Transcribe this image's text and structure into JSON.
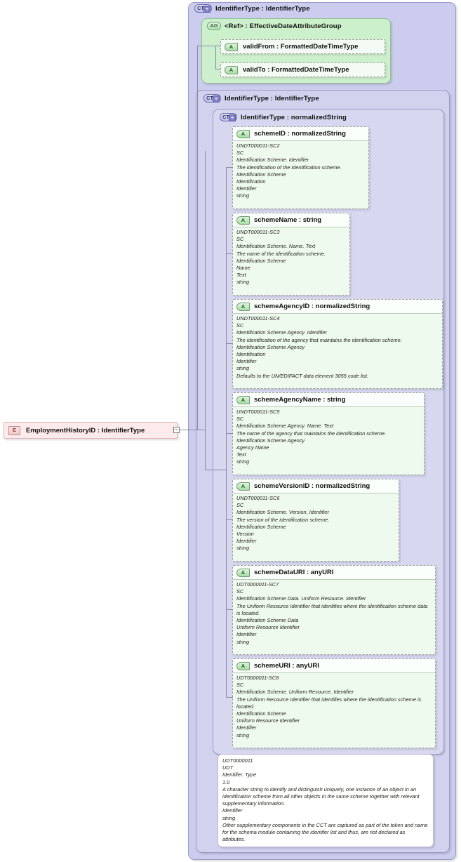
{
  "diagram": {
    "type": "xsd-schema-diagram",
    "element": {
      "icon": "element-icon",
      "icon_label": "E",
      "label": "EmploymentHistoryID : IdentifierType",
      "toggle": "−"
    },
    "outer_complex_type": {
      "icon": "complextype-icon",
      "icon_label": "CT",
      "expander": "+",
      "label": "IdentifierType : IdentifierType"
    },
    "attribute_group": {
      "icon": "attributegroup-icon",
      "icon_label": "AG",
      "label": "<Ref>      : EffectiveDateAttributeGroup",
      "attributes": [
        {
          "icon": "attribute-icon",
          "icon_label": "A",
          "label": "validFrom : FormattedDateTimeType"
        },
        {
          "icon": "attribute-icon",
          "icon_label": "A",
          "label": "validTo    : FormattedDateTimeType"
        }
      ]
    },
    "inner_complex_type_1": {
      "icon": "complextype-icon",
      "icon_label": "CT",
      "expander": "+",
      "label": "IdentifierType : IdentifierType"
    },
    "inner_complex_type_2": {
      "icon": "complextype-icon",
      "icon_label": "CT",
      "expander": "+",
      "label": "IdentifierType : normalizedString"
    },
    "attributes": [
      {
        "icon": "attribute-icon",
        "icon_label": "A",
        "name": "schemeID : normalizedString",
        "doc": [
          "UNDT000011-SC2",
          "SC",
          "Identification Scheme. Identifier",
          "The identification of the identification scheme.",
          "Identification Scheme",
          "Identification",
          "Identifier",
          "string"
        ]
      },
      {
        "icon": "attribute-icon",
        "icon_label": "A",
        "name": "schemeName : string",
        "doc": [
          "UNDT000011-SC3",
          "SC",
          "Identification Scheme. Name. Text",
          "The name of the identification scheme.",
          "Identification Scheme",
          "Name",
          "Text",
          "string"
        ]
      },
      {
        "icon": "attribute-icon",
        "icon_label": "A",
        "name": "schemeAgencyID : normalizedString",
        "doc": [
          "UNDT000011-SC4",
          "SC",
          "Identification Scheme Agency. Identifier",
          "The identification of the agency that maintains the identification scheme.",
          "Identification Scheme Agency",
          "Identification",
          "Identifier",
          "string",
          "Defaults to the UN/EDIFACT data element 3055 code list."
        ]
      },
      {
        "icon": "attribute-icon",
        "icon_label": "A",
        "name": "schemeAgencyName : string",
        "doc": [
          "UNDT000011-SC5",
          "SC",
          "Identification Scheme Agency. Name. Text",
          "The name of the agency that maintains the identification scheme.",
          "Identification Scheme Agency",
          "Agency Name",
          "Text",
          "string"
        ]
      },
      {
        "icon": "attribute-icon",
        "icon_label": "A",
        "name": "schemeVersionID : normalizedString",
        "doc": [
          "UNDT000011-SC6",
          "SC",
          "Identification Scheme. Version. Identifier",
          "The version of the identification scheme.",
          "Identification Scheme",
          "Version",
          "Identifier",
          "string"
        ]
      },
      {
        "icon": "attribute-icon",
        "icon_label": "A",
        "name": "schemeDataURI : anyURI",
        "doc": [
          "UDT0000011-SC7",
          "SC",
          "Identification Scheme Data. Uniform Resource. Identifier",
          "The Uniform Resource Identifier that identifies where the identification scheme data is located.",
          "Identification Scheme Data",
          "Uniform Resource Identifier",
          "Identifier",
          "string"
        ]
      },
      {
        "icon": "attribute-icon",
        "icon_label": "A",
        "name": "schemeURI : anyURI",
        "doc": [
          "UDT0000011-SC8",
          "SC",
          "Identification Scheme. Uniform Resource. Identifier",
          "The Uniform Resource Identifier that identifies where the identification scheme is located.",
          "Identification Scheme",
          "Uniform Resource Identifier",
          "Identifier",
          "string"
        ]
      }
    ],
    "type_documentation": [
      "UDT0000011",
      "UDT",
      "Identifier. Type",
      "1.0",
      "A character string to identify and distinguish uniquely, one instance of an object in an identification scheme from all other objects in the same scheme together with relevant supplementary information.",
      "Identifier",
      "string",
      "Other supplementary components in the CCT are captured as part of the token and name for the schema module containing the identifer list and thus, are not declared as attributes."
    ]
  },
  "colors": {
    "container": "#ccccee",
    "attribute_group": "#ccf0cc",
    "attribute_card": "#effaef",
    "element": "#fdeaea",
    "connector": "#8a8aa8"
  }
}
